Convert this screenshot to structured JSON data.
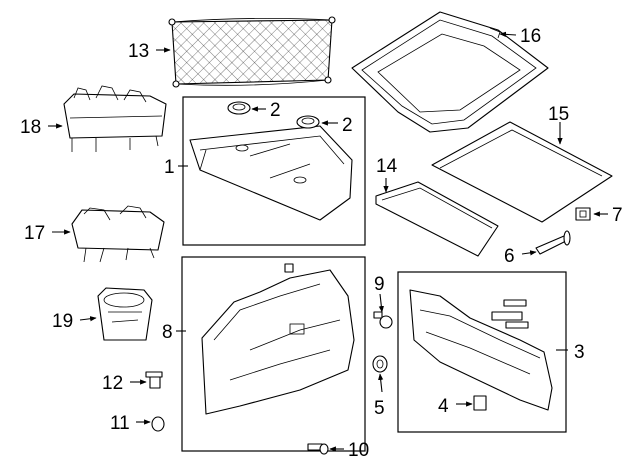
{
  "callouts": {
    "c1": "1",
    "c2a": "2",
    "c2b": "2",
    "c3": "3",
    "c4": "4",
    "c5": "5",
    "c6": "6",
    "c7": "7",
    "c8": "8",
    "c9": "9",
    "c10": "10",
    "c11": "11",
    "c12": "12",
    "c13": "13",
    "c14": "14",
    "c15": "15",
    "c16": "16",
    "c17": "17",
    "c18": "18",
    "c19": "19"
  }
}
